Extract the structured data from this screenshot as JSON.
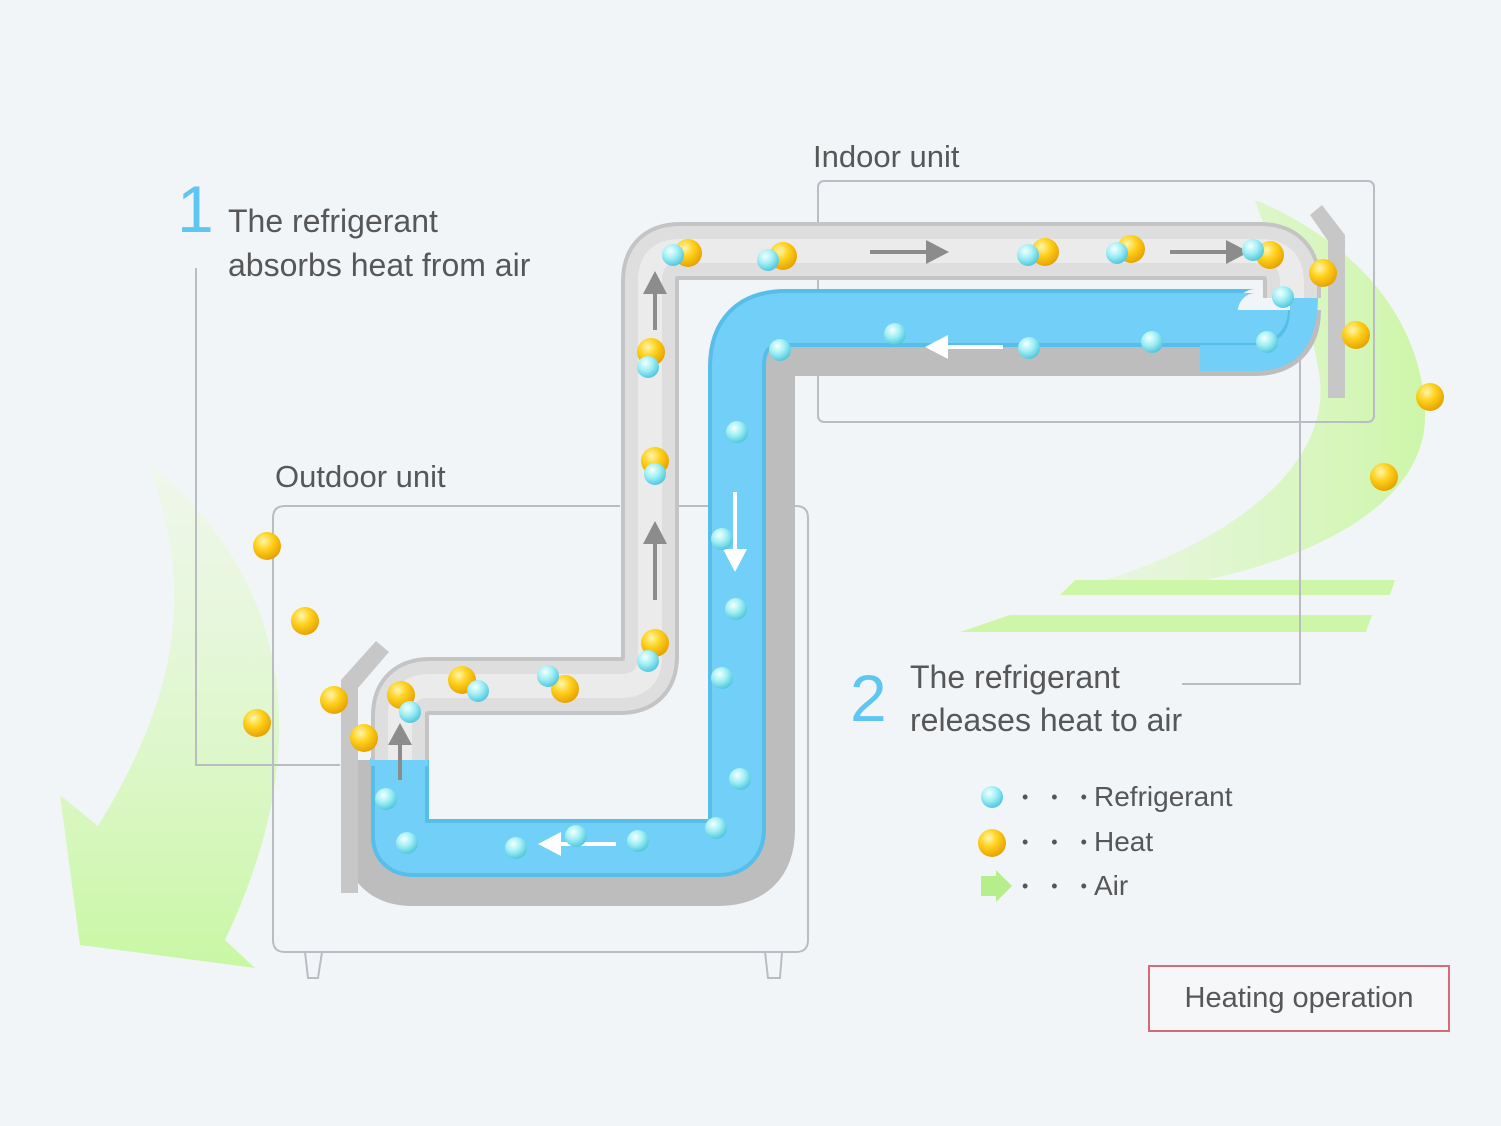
{
  "units": {
    "indoor": "Indoor unit",
    "outdoor": "Outdoor unit"
  },
  "steps": [
    {
      "number": "1",
      "line1": "The refrigerant",
      "line2": "absorbs heat from air"
    },
    {
      "number": "2",
      "line1": "The refrigerant",
      "line2": "releases heat to air"
    }
  ],
  "legend": [
    {
      "icon": "refrigerant-dot-icon",
      "dots": "• • •",
      "label": "Refrigerant"
    },
    {
      "icon": "heat-dot-icon",
      "dots": "• • •",
      "label": "Heat"
    },
    {
      "icon": "air-arrow-icon",
      "dots": "• • •",
      "label": "Air"
    }
  ],
  "mode": "Heating operation",
  "colors": {
    "background": "#f2f5f8",
    "pipe_gas": "#dcdcdc",
    "pipe_liquid": "#6fccf6",
    "refrigerant": "#8ee6f2",
    "heat": "#f3b300",
    "air": "#c9f3a2",
    "accent_number": "#5fc6f2",
    "mode_border": "#d66a78"
  }
}
